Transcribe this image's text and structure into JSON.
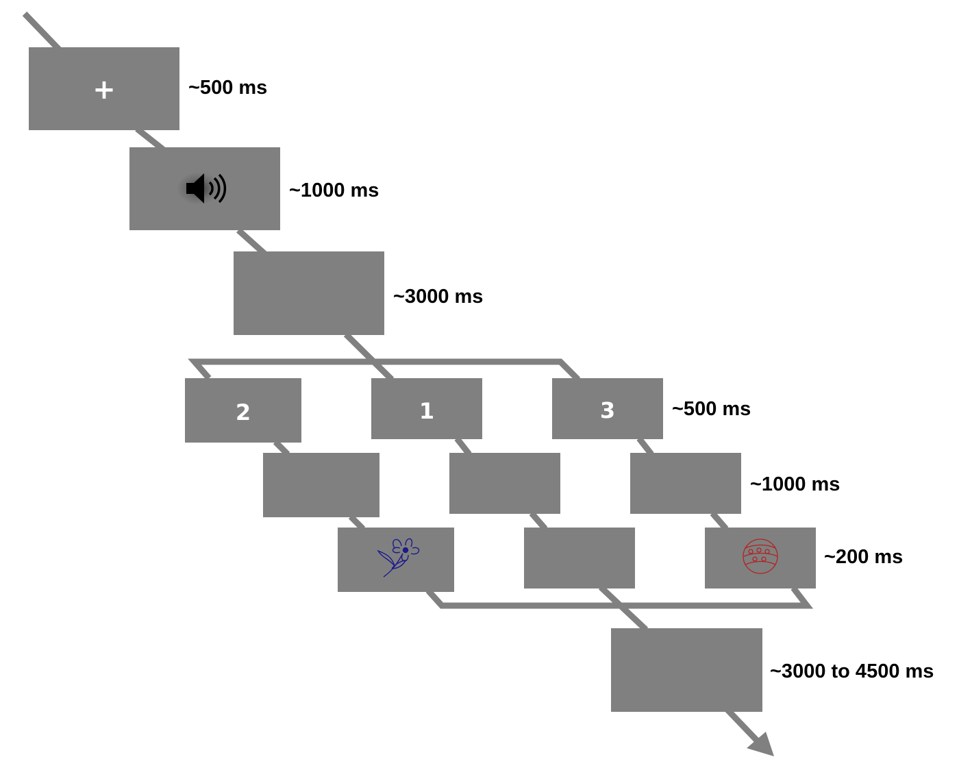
{
  "timing_labels": {
    "fixation": "~500 ms",
    "sound": "~1000 ms",
    "delay": "~3000 ms",
    "cue": "~500 ms",
    "isi": "~1000 ms",
    "target": "~200 ms",
    "iti": "~3000 to 4500 ms"
  },
  "fixation_symbol": "+",
  "cue_digits": {
    "left": "2",
    "middle": "1",
    "right": "3"
  },
  "icons": {
    "sound": "speaker-icon",
    "flower": "flower-icon",
    "ball": "ball-icon"
  },
  "colors": {
    "screen": "#808080",
    "flower": "#1a1a8c",
    "ball": "#b22222"
  }
}
